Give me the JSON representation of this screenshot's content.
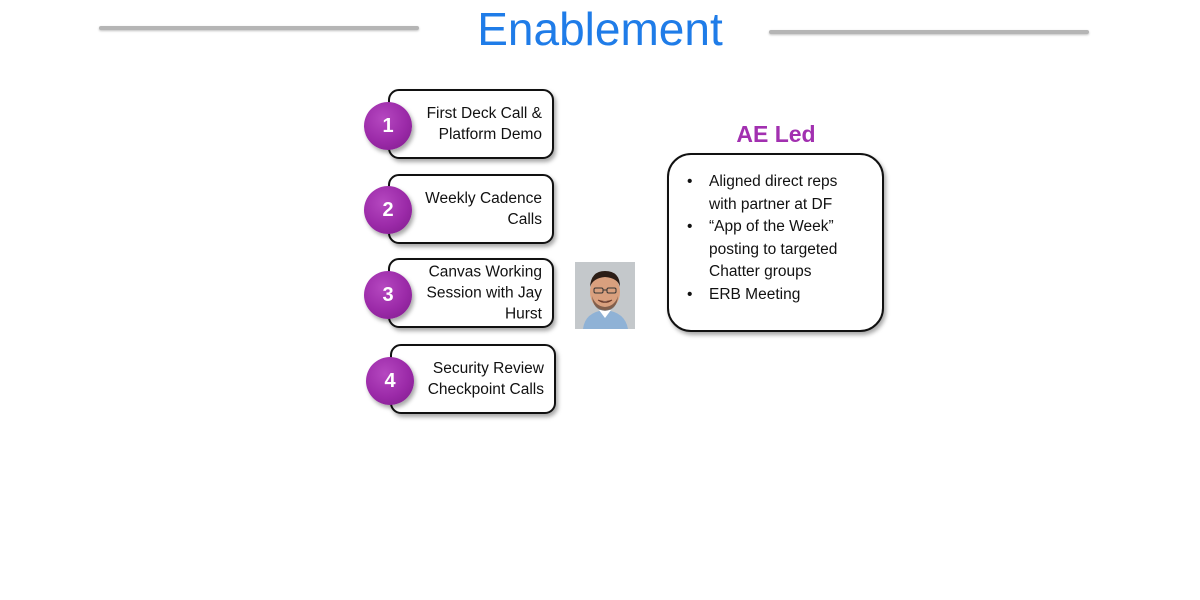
{
  "title": "Enablement",
  "steps": [
    {
      "number": "1",
      "label": "First Deck Call &\nPlatform Demo"
    },
    {
      "number": "2",
      "label": "Weekly Cadence\nCalls"
    },
    {
      "number": "3",
      "label": "Canvas Working\nSession with Jay\nHurst"
    },
    {
      "number": "4",
      "label": "Security Review\nCheckpoint Calls"
    }
  ],
  "ae_panel": {
    "heading": "AE Led",
    "items": [
      "Aligned direct reps\nwith partner at DF",
      "“App of the Week”\nposting to targeted\nChatter groups",
      "ERB Meeting"
    ]
  },
  "colors": {
    "title": "#1f7ce8",
    "step_circle": "#9b2aa8",
    "ae_heading": "#a230b0"
  },
  "icons": {
    "photo": "person-photo"
  }
}
